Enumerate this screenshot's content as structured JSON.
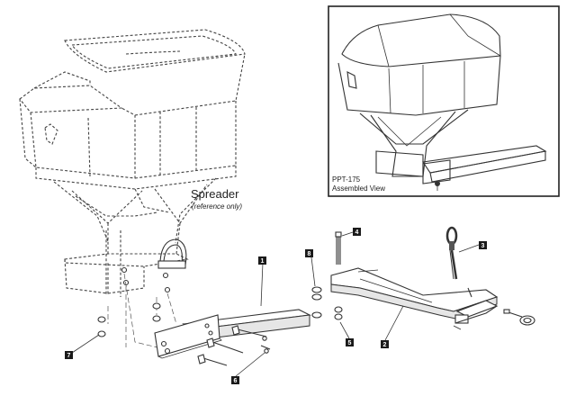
{
  "spreader_label": "Spreader",
  "spreader_note": "(reference only)",
  "inset": {
    "model": "PPT-175",
    "caption": "Assembled View"
  },
  "callouts": {
    "c1": "1",
    "c2": "2",
    "c3": "3",
    "c4": "4",
    "c5": "5",
    "c6": "6",
    "c7": "7",
    "c8": "8"
  }
}
